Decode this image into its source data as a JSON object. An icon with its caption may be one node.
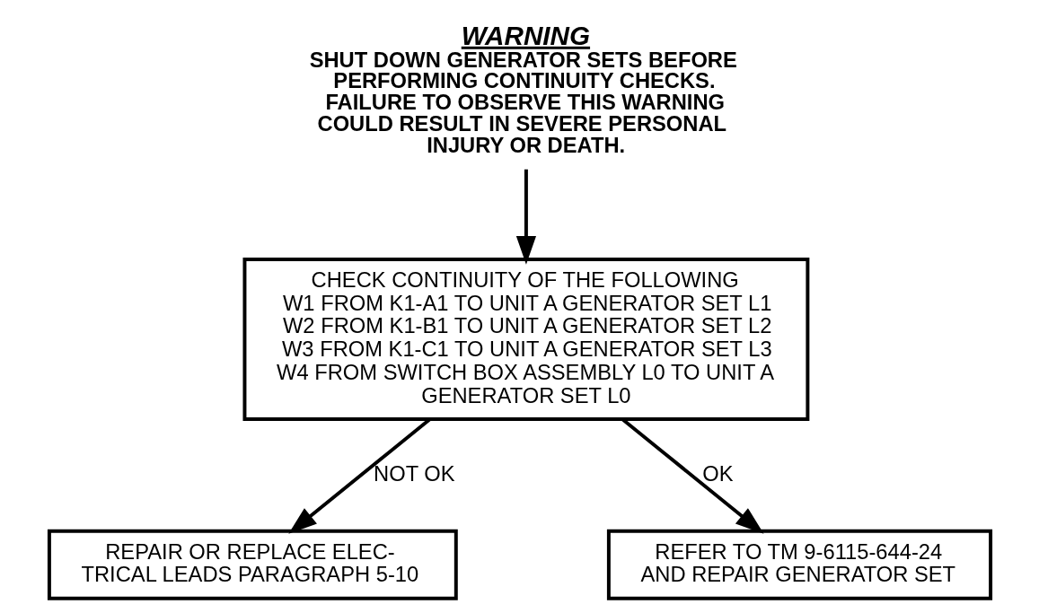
{
  "diagram": {
    "nodes": [
      {
        "text": [
          "WARNING",
          "SHUT DOWN GENERATOR SETS BEFORE PERFORMING CONTINUITY CHECKS. FAILURE TO OBSERVE THIS WARNING COULD RESULT IN SEVERE PERSONAL INJURY OR DEATH."
        ]
      },
      {
        "text": [
          "CHECK CONTINUITY OF THE FOLLOWING",
          "W1 FROM K1-A1 TO UNIT A GENERATOR SET L1",
          "W2 FROM K1-B1 TO UNIT A GENERATOR SET L2",
          "W3 FROM K1-C1 TO UNIT A GENERATOR SET L3",
          "W4 FROM SWITCH BOX ASSEMBLY L0 TO UNIT A GENERATOR SET L0"
        ]
      },
      {
        "text": [
          "REPAIR OR REPLACE ELEC- TRICAL LEADS PARAGRAPH 5-10"
        ]
      },
      {
        "text": [
          "REFER TO TM 9-6115-644-24 AND REPAIR GENERATOR SET"
        ]
      }
    ],
    "edges": [
      {
        "from": 0,
        "to": 1,
        "arrow": "to"
      },
      {
        "from": 1,
        "to": 2,
        "arrow": "to",
        "label": "NOT OK"
      },
      {
        "from": 1,
        "to": 3,
        "arrow": "to",
        "label": "OK"
      }
    ]
  }
}
